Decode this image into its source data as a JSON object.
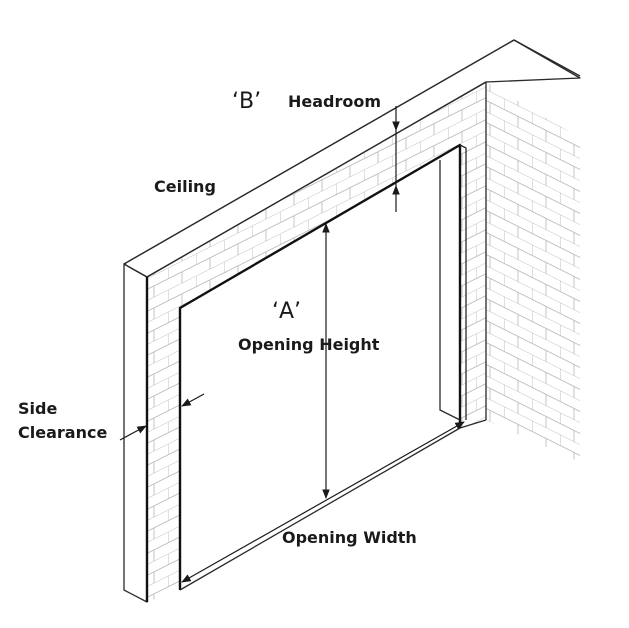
{
  "labels": {
    "b_marker": "‘B’",
    "headroom": "Headroom",
    "ceiling": "Ceiling",
    "a_marker": "‘A’",
    "opening_height": "Opening Height",
    "side": "Side",
    "clearance": "Clearance",
    "opening_width": "Opening Width"
  },
  "colors": {
    "line": "#2a2a2a",
    "brick": "#bdbdbd",
    "background": "#ffffff"
  }
}
